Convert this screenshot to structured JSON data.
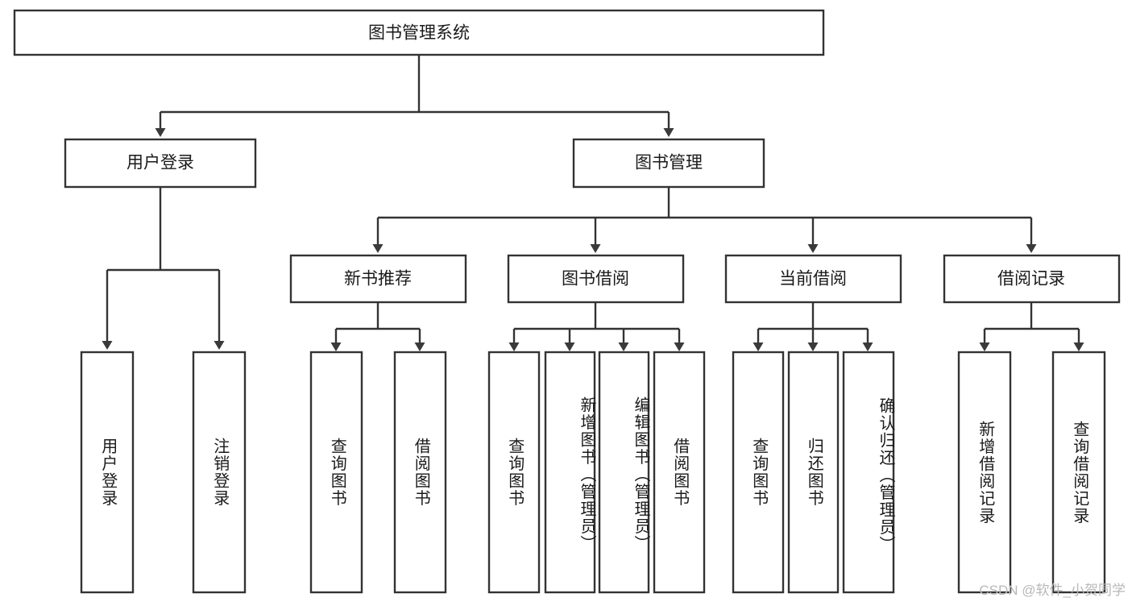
{
  "diagram": {
    "title": "图书管理系统",
    "type": "hierarchy-tree",
    "watermark": "CSDN @软件_小贺同学",
    "colors": {
      "box_stroke": "#333333",
      "box_fill": "#ffffff",
      "text": "#1a1a1a",
      "arrow": "#3a3a3a",
      "watermark": "#b8b8b8"
    },
    "root": {
      "label": "图书管理系统"
    },
    "level2": [
      {
        "label": "用户登录"
      },
      {
        "label": "图书管理"
      }
    ],
    "level3": [
      {
        "label": "新书推荐"
      },
      {
        "label": "图书借阅"
      },
      {
        "label": "当前借阅"
      },
      {
        "label": "借阅记录"
      }
    ],
    "leaves": {
      "user_login": [
        {
          "label": "用户登录"
        },
        {
          "label": "注销登录"
        }
      ],
      "new_book_recommend": [
        {
          "label": "查询图书"
        },
        {
          "label": "借阅图书"
        }
      ],
      "book_borrow": [
        {
          "label": "查询图书"
        },
        {
          "label": "新增图书（管理员）"
        },
        {
          "label": "编辑图书（管理员）"
        },
        {
          "label": "借阅图书"
        }
      ],
      "current_borrow": [
        {
          "label": "查询图书"
        },
        {
          "label": "归还图书"
        },
        {
          "label": "确认归还（管理员）"
        }
      ],
      "borrow_record": [
        {
          "label": "新增借阅记录"
        },
        {
          "label": "查询借阅记录"
        }
      ]
    }
  }
}
